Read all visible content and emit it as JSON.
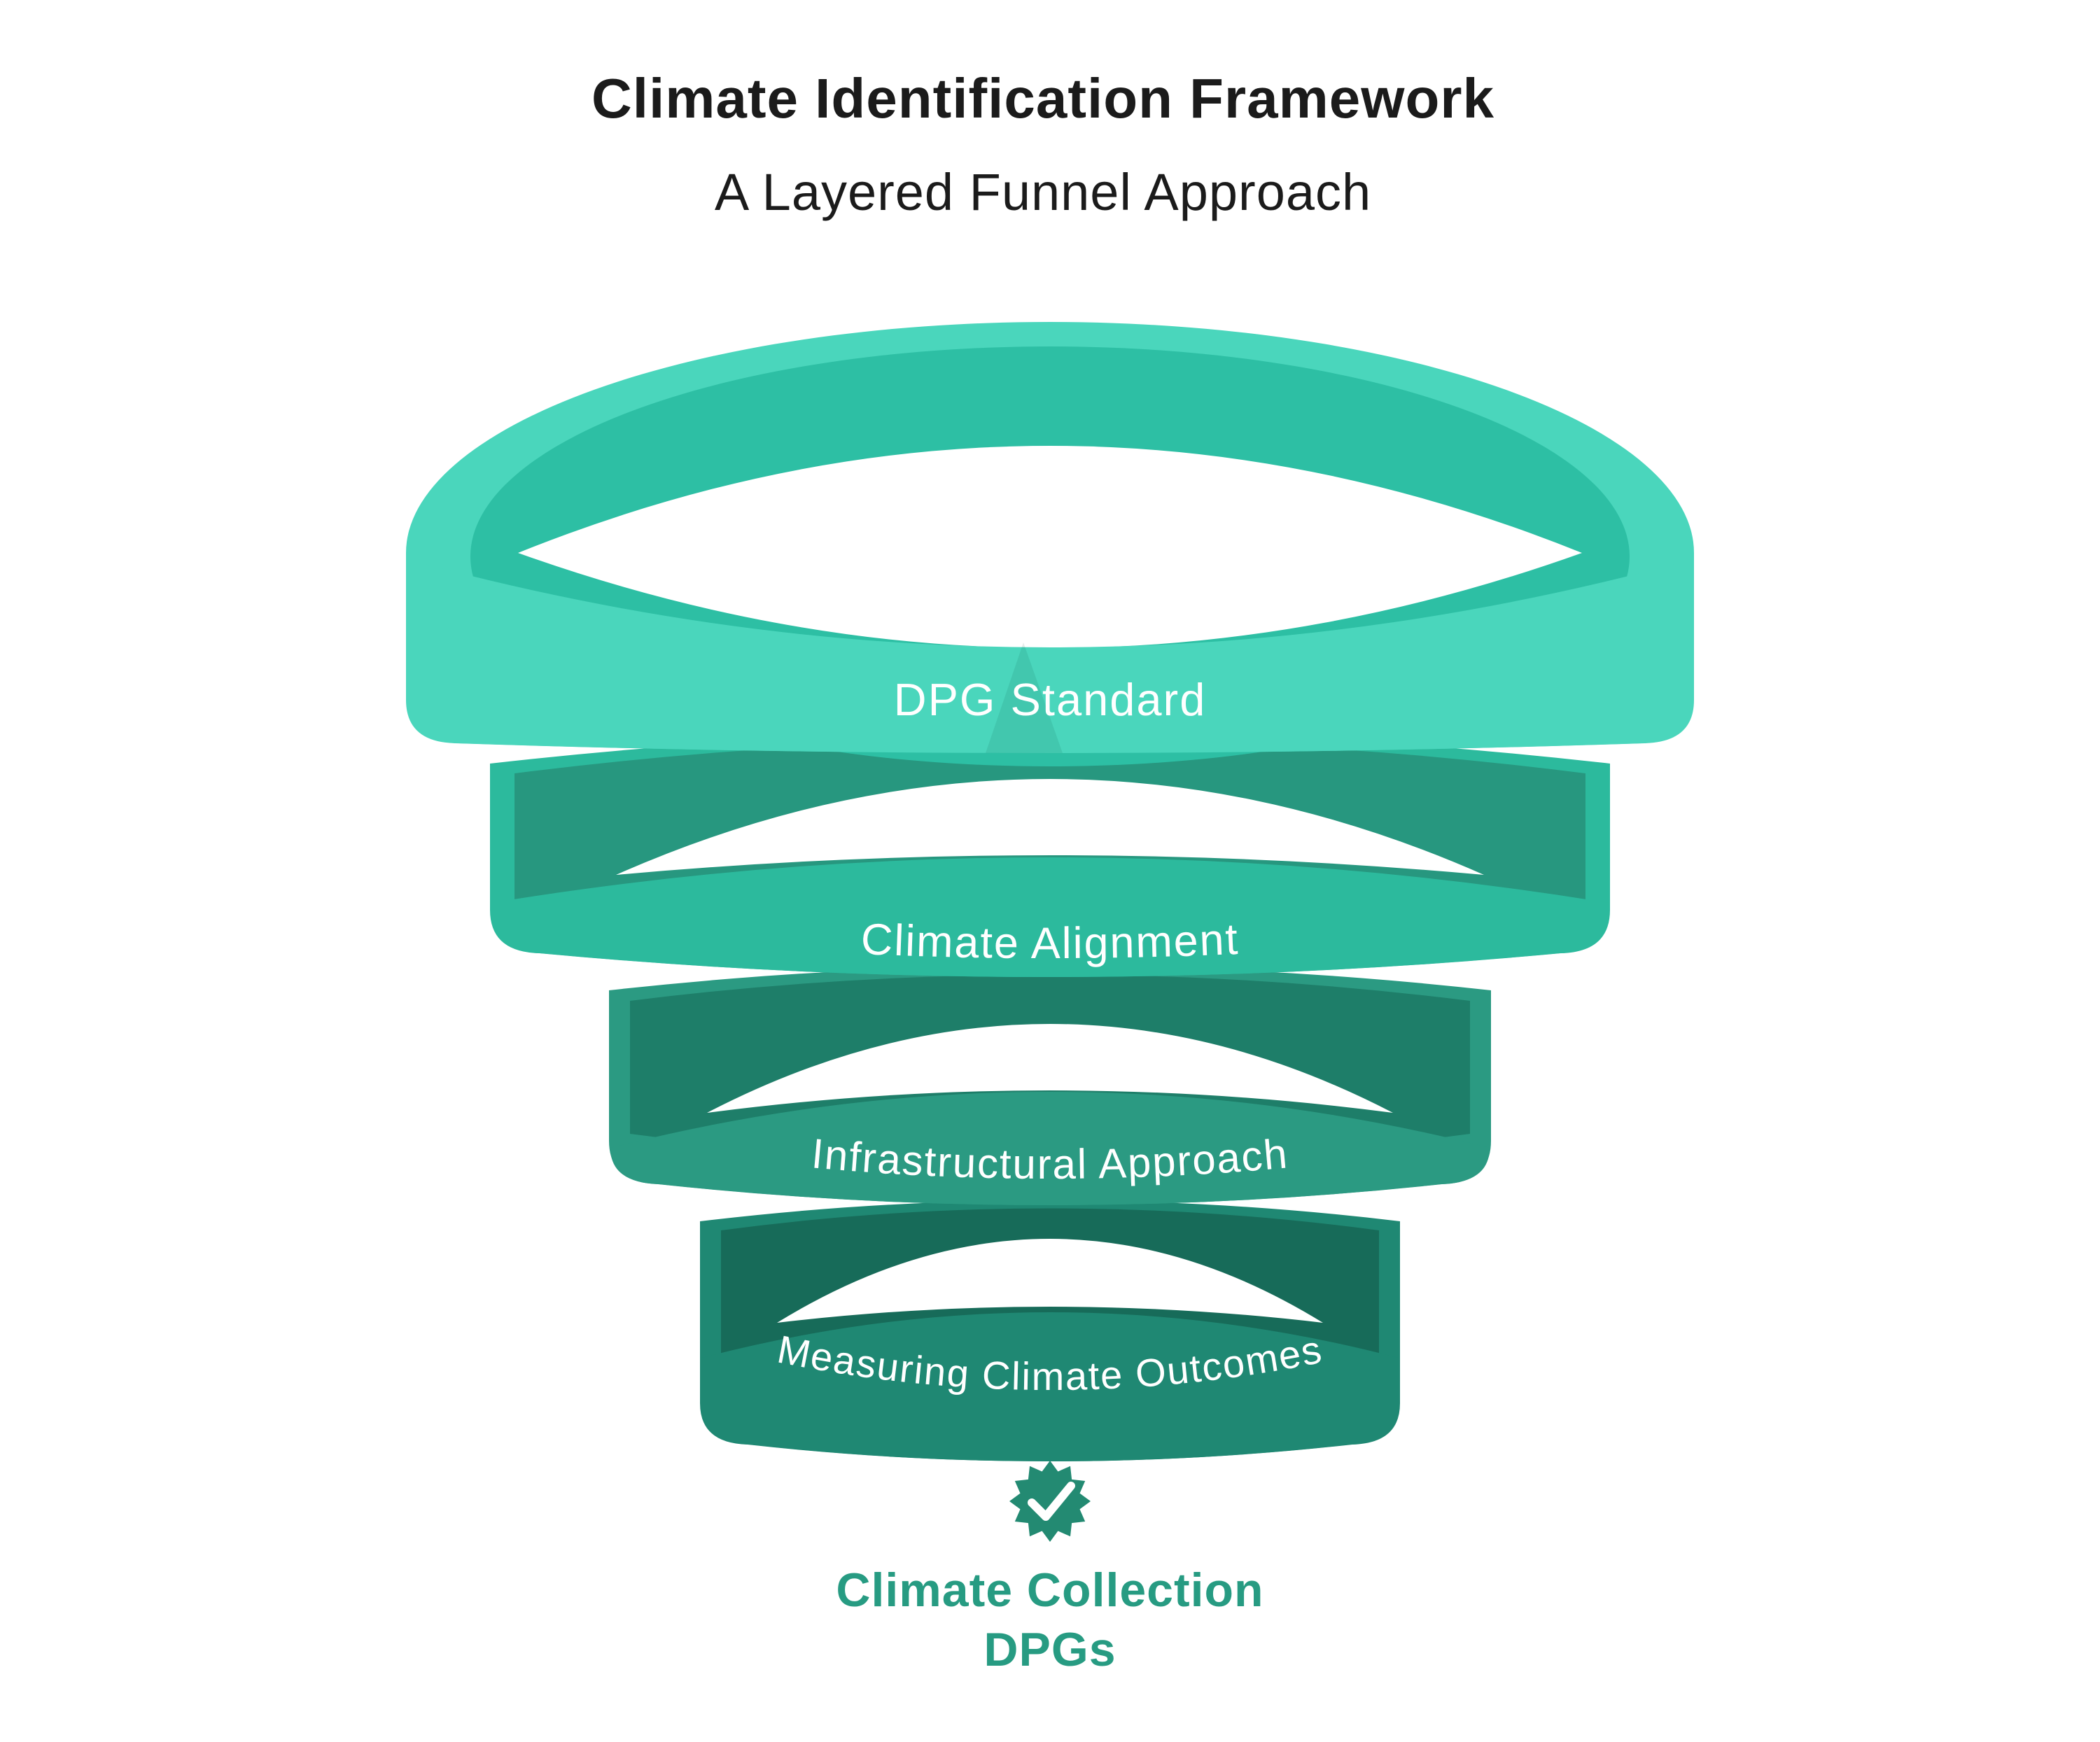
{
  "title": "Climate Identification Framework",
  "subtitle": "A Layered Funnel Approach",
  "title_color": "#1b1b1b",
  "ring_label_color": "#ffffff",
  "funnel": {
    "layers": [
      {
        "label": "DPG Standard",
        "front_color": "#4ad6bc",
        "inner_color": "#2dbfa4"
      },
      {
        "label": "Climate Alignment",
        "front_color": "#2cba9d",
        "inner_color": "#27977f"
      },
      {
        "label": "Infrastructural Approach",
        "front_color": "#2b9a82",
        "inner_color": "#1e7e69"
      },
      {
        "label": "Measuring Climate Outcomes",
        "front_color": "#1f8873",
        "inner_color": "#176b59"
      }
    ]
  },
  "badge": {
    "icon": "checkmark-seal-icon",
    "seal_color": "#238a72",
    "check_color": "#ffffff",
    "label_line1": "Climate Collection",
    "label_line2": "DPGs",
    "label_color": "#279b82"
  }
}
